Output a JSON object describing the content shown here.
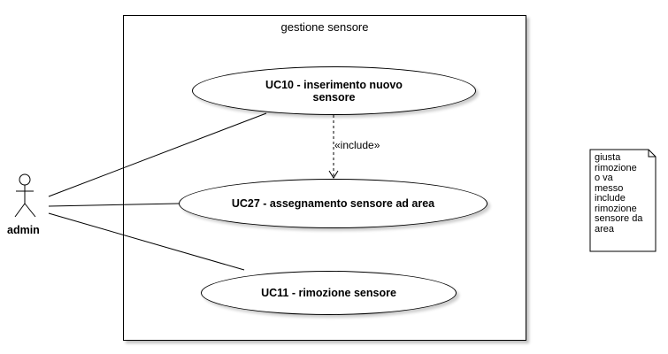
{
  "system": {
    "title": "gestione sensore"
  },
  "actor": {
    "name": "admin"
  },
  "use_cases": {
    "uc10": "UC10 - inserimento nuovo sensore",
    "uc27": "UC27 - assegnamento sensore ad area",
    "uc11": "UC11 - rimozione sensore"
  },
  "include_relation": {
    "label": "«include»"
  },
  "note": {
    "text": "giusta\nrimozione\no va\nmesso\ninclude\nrimozione\nsensore da\narea"
  }
}
